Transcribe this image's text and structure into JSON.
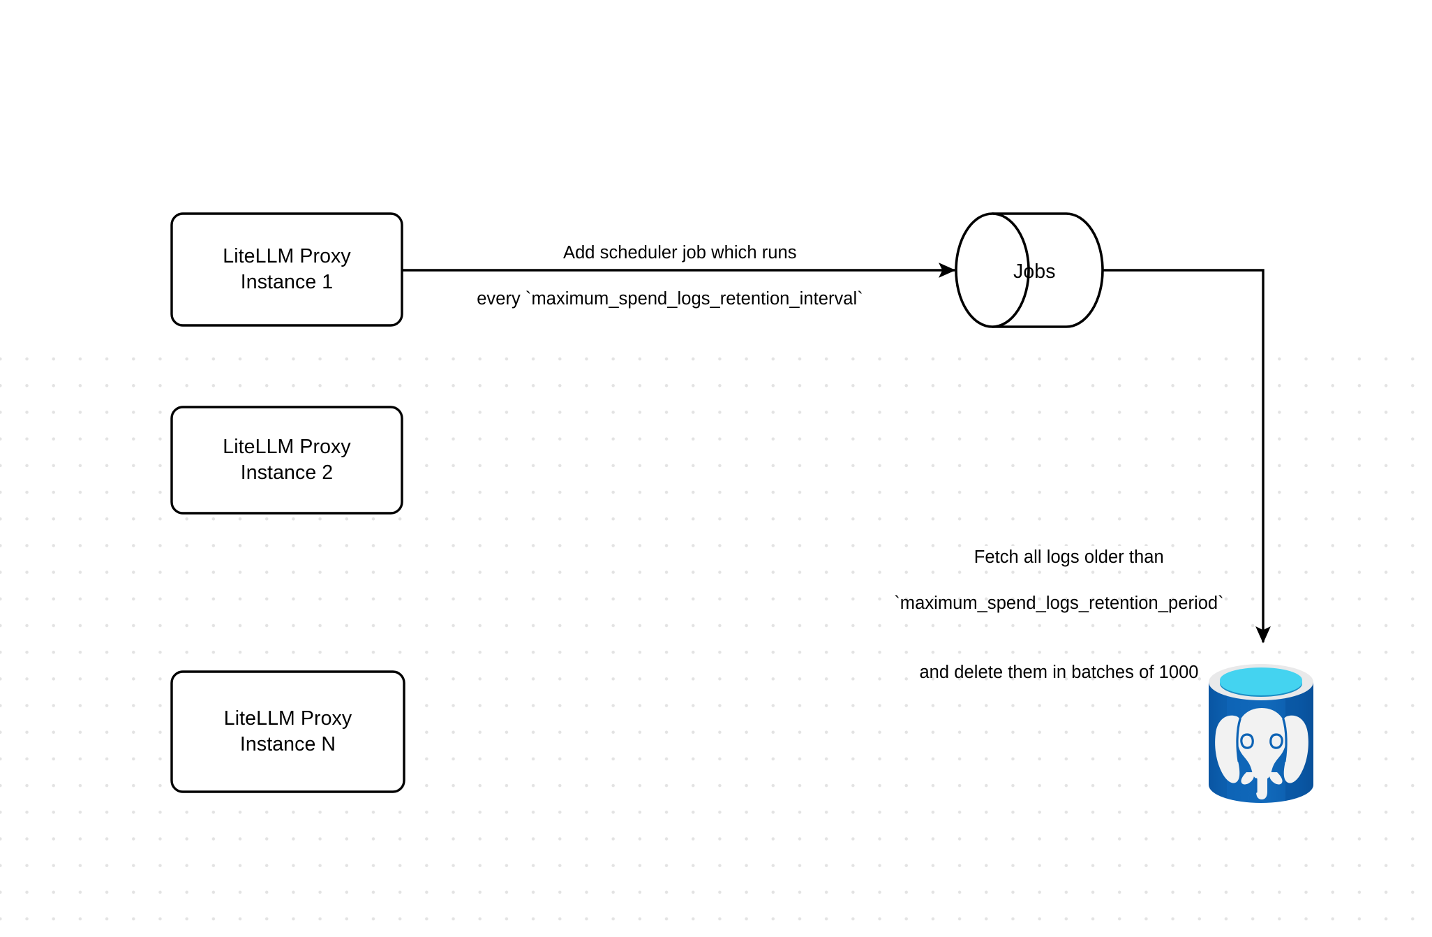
{
  "diagram": {
    "title": "LiteLLM spend logs retention scheduler flow",
    "background_color": "#ffffff",
    "grid_dot_color": "#e3e3e3",
    "stroke_color": "#000000",
    "nodes": [
      {
        "id": "proxy-1",
        "shape": "rounded-rectangle",
        "line1": "LiteLLM Proxy",
        "line2": "Instance 1"
      },
      {
        "id": "proxy-2",
        "shape": "rounded-rectangle",
        "line1": "LiteLLM Proxy",
        "line2": "Instance 2"
      },
      {
        "id": "proxy-n",
        "shape": "rounded-rectangle",
        "line1": "LiteLLM Proxy",
        "line2": "Instance N"
      },
      {
        "id": "jobs",
        "shape": "cylinder-horizontal",
        "label": "Jobs"
      },
      {
        "id": "postgres",
        "shape": "database-cylinder",
        "label": "",
        "logo": "postgresql-elephant",
        "colors": {
          "body": "#0c62b3",
          "body_dark": "#064a94",
          "rim": "#e9e9ea",
          "top_fill": "#44d3f0",
          "top_shadow": "#1a8cc4",
          "elephant": "#f2f2f2"
        }
      }
    ],
    "edges": [
      {
        "id": "edge-proxy1-jobs",
        "from": "proxy-1",
        "to": "jobs",
        "arrow": "triangle",
        "label_lines": [
          "Add scheduler job which runs",
          "every `maximum_spend_logs_retention_interval`"
        ]
      },
      {
        "id": "edge-jobs-postgres",
        "from": "jobs",
        "to": "postgres",
        "arrow": "triangle",
        "label_lines": [
          "Fetch all logs older than",
          "`maximum_spend_logs_retention_period`",
          "and delete them in batches of 1000"
        ]
      }
    ]
  }
}
